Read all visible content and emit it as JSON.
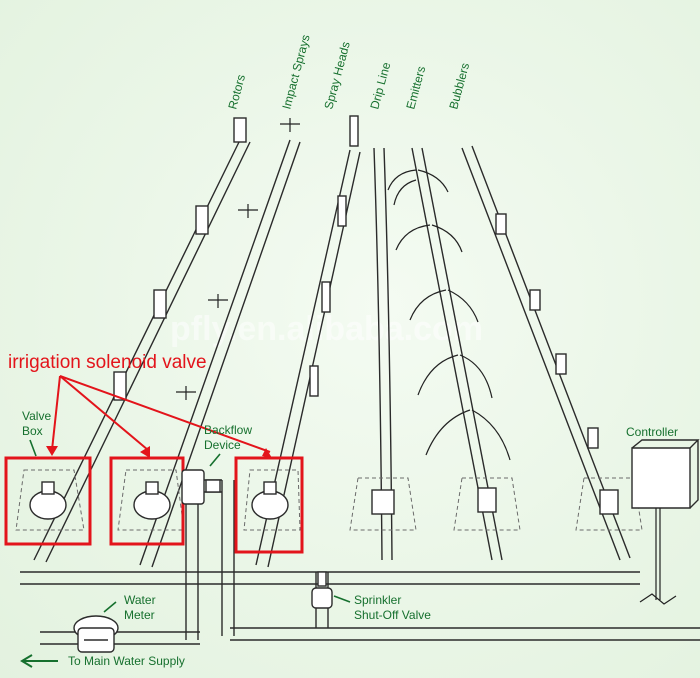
{
  "header_labels": {
    "rotors": "Rotors",
    "impact_sprays": "Impact Sprays",
    "spray_heads": "Spray Heads",
    "drip_line": "Drip Line",
    "emitters": "Emitters",
    "bubblers": "Bubblers"
  },
  "annotation": {
    "title": "irrigation solenoid valve"
  },
  "component_labels": {
    "valve_box_line1": "Valve",
    "valve_box_line2": "Box",
    "backflow_line1": "Backflow",
    "backflow_line2": "Device",
    "controller": "Controller",
    "water_meter_line1": "Water",
    "water_meter_line2": "Meter",
    "shutoff_line1": "Sprinkler",
    "shutoff_line2": "Shut-Off Valve",
    "main_supply": "To Main Water Supply"
  },
  "watermark": "pfly.en.alibaba.com",
  "colors": {
    "label_green": "#16702e",
    "annotation_red": "#e3141b",
    "pipe": "#2b2b2b",
    "background": "#eaf6e7"
  }
}
